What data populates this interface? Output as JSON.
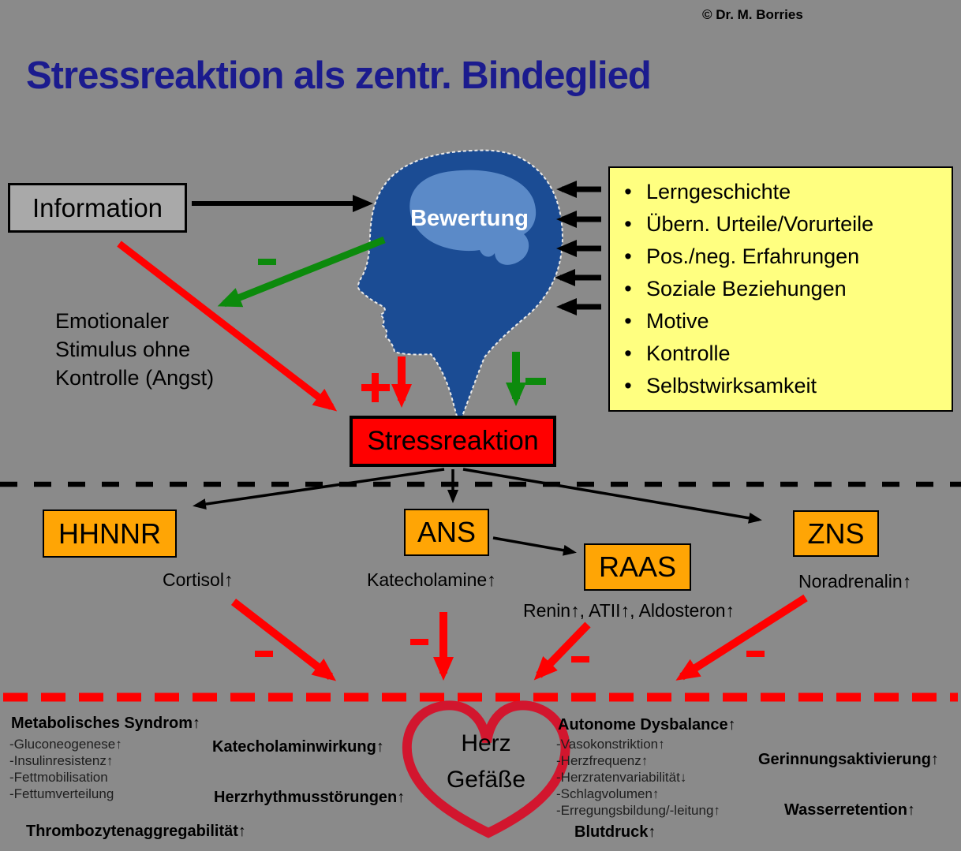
{
  "meta": {
    "copyright": "© Dr. M. Borries"
  },
  "title": "Stressreaktion als zentr. Bindeglied",
  "nodes": {
    "information": "Information",
    "bewertung": "Bewertung",
    "stressreaktion": "Stressreaktion",
    "hhnnr": "HHNNR",
    "ans": "ANS",
    "raas": "RAAS",
    "zns": "ZNS"
  },
  "emotional_stimulus": "Emotionaler\nStimulus ohne\nKontrolle (Angst)",
  "influences": [
    "Lerngeschichte",
    "Übern. Urteile/Vorurteile",
    "Pos./neg. Erfahrungen",
    "Soziale Beziehungen",
    "Motive",
    "Kontrolle",
    "Selbstwirksamkeit"
  ],
  "mediators": {
    "hhnnr": "Cortisol↑",
    "ans": "Katecholamine↑",
    "raas": "Renin↑, ATII↑, Aldosteron↑",
    "zns": "Noradrenalin↑"
  },
  "heart": {
    "label": "Herz\nGefäße"
  },
  "outcomes": {
    "metabolic": {
      "title": "Metabolisches Syndrom↑",
      "items": [
        "-Gluconeogenese↑",
        "-Insulinresistenz↑",
        "-Fettmobilisation",
        "-Fettumverteilung"
      ]
    },
    "katecholaminwirkung": "Katecholaminwirkung↑",
    "herzrhythmusstoerungen": "Herzrhythmusstörungen↑",
    "thrombozytenaggregabilitaet": "Thrombozytenaggregabilität↑",
    "autonome": {
      "title": "Autonome Dysbalance↑",
      "items": [
        "-Vasokonstriktion↑",
        "-Herzfrequenz↑",
        "-Herzratenvariabilität↓",
        "-Schlagvolumen↑",
        "-Erregungsbildung/-leitung↑"
      ]
    },
    "gerinnungsaktivierung": "Gerinnungsaktivierung↑",
    "wasserretention": "Wasserretention↑",
    "blutdruck": "Blutdruck↑"
  },
  "colors": {
    "background": "#8a8a8a",
    "title_blue": "#1b1b8e",
    "stress_red": "#ff0000",
    "node_orange": "#ffa505",
    "influence_yellow": "#ffff80",
    "info_gray": "#a9a9a9",
    "head_blue": "#1b4c94",
    "brain_blue": "#5b8ac8",
    "heart_red": "#d2162e",
    "positive_green": "#0c8a0c"
  }
}
